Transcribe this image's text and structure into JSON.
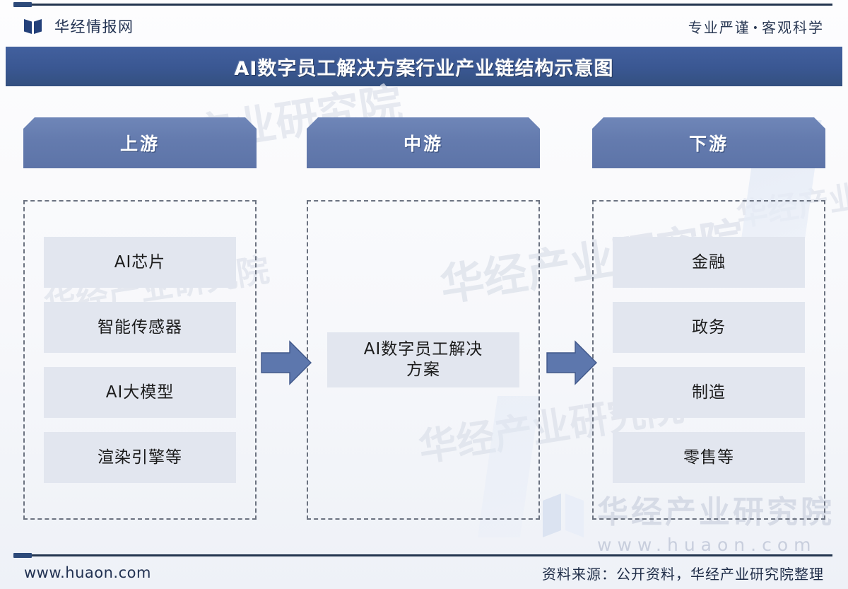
{
  "header": {
    "logo_icon": "huaon-book-mark-icon",
    "brand_name": "华经情报网",
    "tagline_left": "专业严谨",
    "tagline_dot": "•",
    "tagline_right": "客观科学"
  },
  "title_band": {
    "title": "AI数字员工解决方案行业产业链结构示意图",
    "background_color": "#3a5792"
  },
  "chain": {
    "stages": [
      {
        "key": "upstream",
        "banner_label": "上游",
        "nodes": [
          "AI芯片",
          "智能传感器",
          "AI大模型",
          "渲染引擎等"
        ]
      },
      {
        "key": "midstream",
        "banner_label": "中游",
        "nodes": [
          "AI数字员工解决\n方案"
        ]
      },
      {
        "key": "downstream",
        "banner_label": "下游",
        "nodes": [
          "金融",
          "政务",
          "制造",
          "零售等"
        ]
      }
    ],
    "arrows": [
      {
        "name": "arrow-upstream-to-midstream",
        "direction": "right"
      },
      {
        "name": "arrow-midstream-to-downstream",
        "direction": "right"
      }
    ],
    "colors": {
      "banner": "#647bae",
      "node": "#e2e6ef",
      "arrow": "#5d77ad",
      "dashed_border": "#6b7280"
    }
  },
  "watermarks": {
    "institute": "华经产业研究院",
    "site": "www.huaon.com"
  },
  "footer": {
    "url": "www.huaon.com",
    "source": "资料来源：公开资料，华经产业研究院整理"
  }
}
